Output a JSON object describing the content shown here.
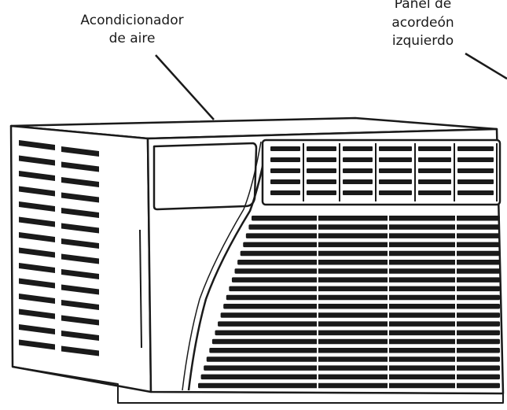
{
  "labels": {
    "air_conditioner": [
      "Acondicionador",
      "de aire"
    ],
    "left_accordion_panel": [
      "Panel de",
      "acordeón",
      "izquierdo"
    ]
  },
  "colors": {
    "stroke": "#1a1a1a",
    "fill": "#ffffff",
    "grille": "#1a1a1a"
  }
}
